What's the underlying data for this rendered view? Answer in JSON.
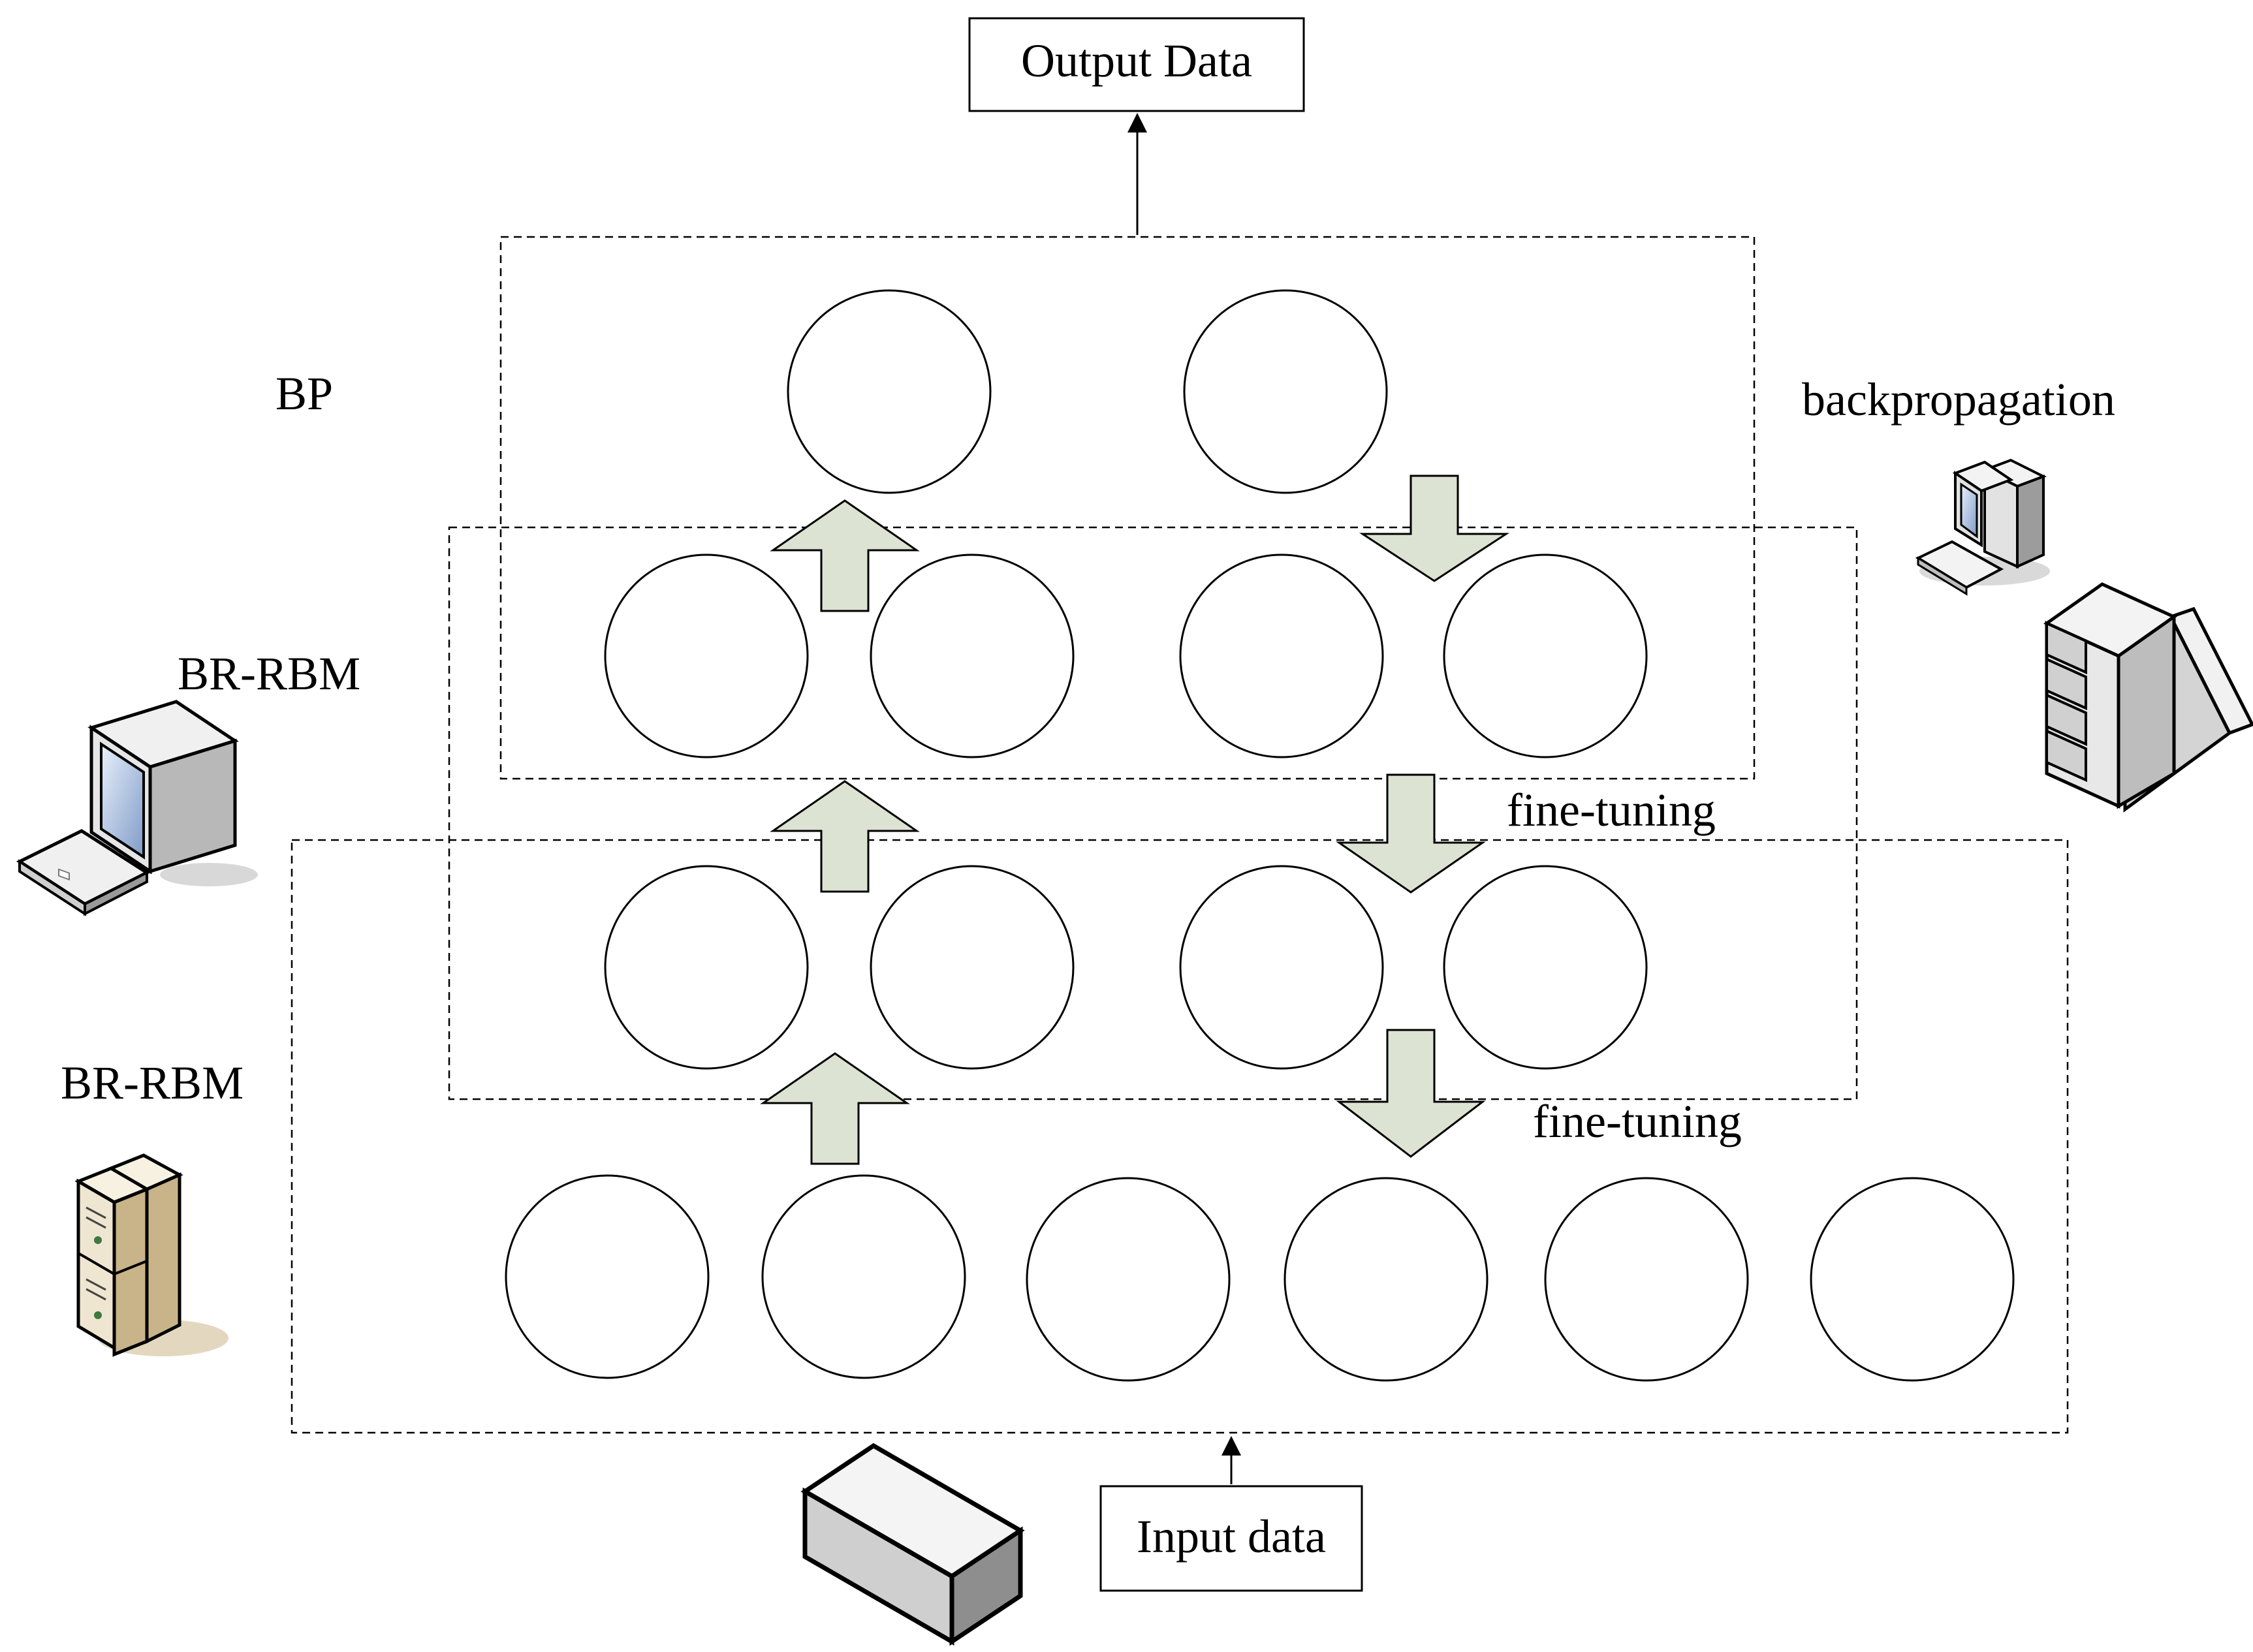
{
  "output_box": {
    "label": "Output Data"
  },
  "input_box": {
    "label": "Input data"
  },
  "labels": {
    "bp": "BP",
    "br_rbm_upper": "BR-RBM",
    "br_rbm_lower": "BR-RBM",
    "backpropagation": "backpropagation",
    "fine_tuning_upper": "fine-tuning",
    "fine_tuning_lower": "fine-tuning"
  },
  "layers": {
    "bp_units": 2,
    "hidden2_units": 4,
    "hidden1_units": 4,
    "visible_units": 6
  },
  "colors": {
    "arrow_fill": "#dde3d2",
    "line": "#000000",
    "device_light": "#f2f2f2",
    "device_mid": "#cfcfcf",
    "device_dark": "#9a9a9a",
    "server_tan": "#efe6d2",
    "screen": "#9bb3d6"
  },
  "icons": [
    "desktop-computer-icon",
    "server-tower-icon",
    "workstation-icon",
    "server-rack-icon",
    "storage-box-icon"
  ]
}
